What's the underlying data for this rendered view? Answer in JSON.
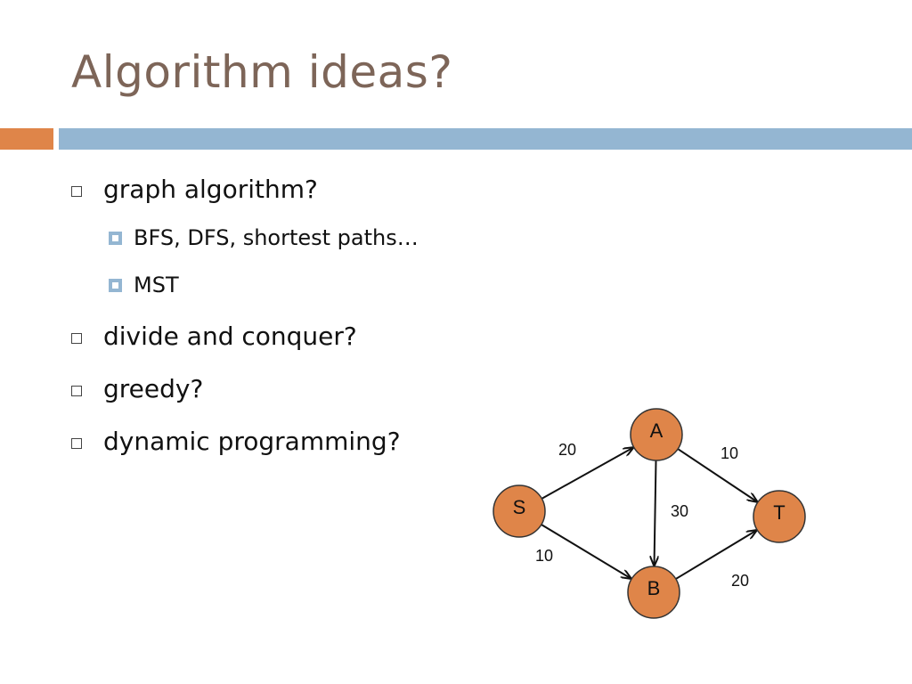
{
  "slide": {
    "title": "Algorithm ideas?",
    "colors": {
      "title": "#7d6558",
      "accent_orange": "#df8549",
      "accent_blue": "#94b6d2"
    }
  },
  "bullets": [
    {
      "text": "graph algorithm?",
      "sub": [
        "BFS, DFS, shortest paths…",
        "MST"
      ]
    },
    {
      "text": "divide and conquer?",
      "sub": []
    },
    {
      "text": "greedy?",
      "sub": []
    },
    {
      "text": "dynamic programming?",
      "sub": []
    }
  ],
  "graph": {
    "nodes": [
      {
        "id": "S",
        "label": "S"
      },
      {
        "id": "A",
        "label": "A"
      },
      {
        "id": "B",
        "label": "B"
      },
      {
        "id": "T",
        "label": "T"
      }
    ],
    "edges": [
      {
        "from": "S",
        "to": "A",
        "weight": "20"
      },
      {
        "from": "S",
        "to": "B",
        "weight": "10"
      },
      {
        "from": "A",
        "to": "B",
        "weight": "30"
      },
      {
        "from": "A",
        "to": "T",
        "weight": "10"
      },
      {
        "from": "B",
        "to": "T",
        "weight": "20"
      }
    ],
    "colors": {
      "node_fill": "#df8549"
    }
  }
}
